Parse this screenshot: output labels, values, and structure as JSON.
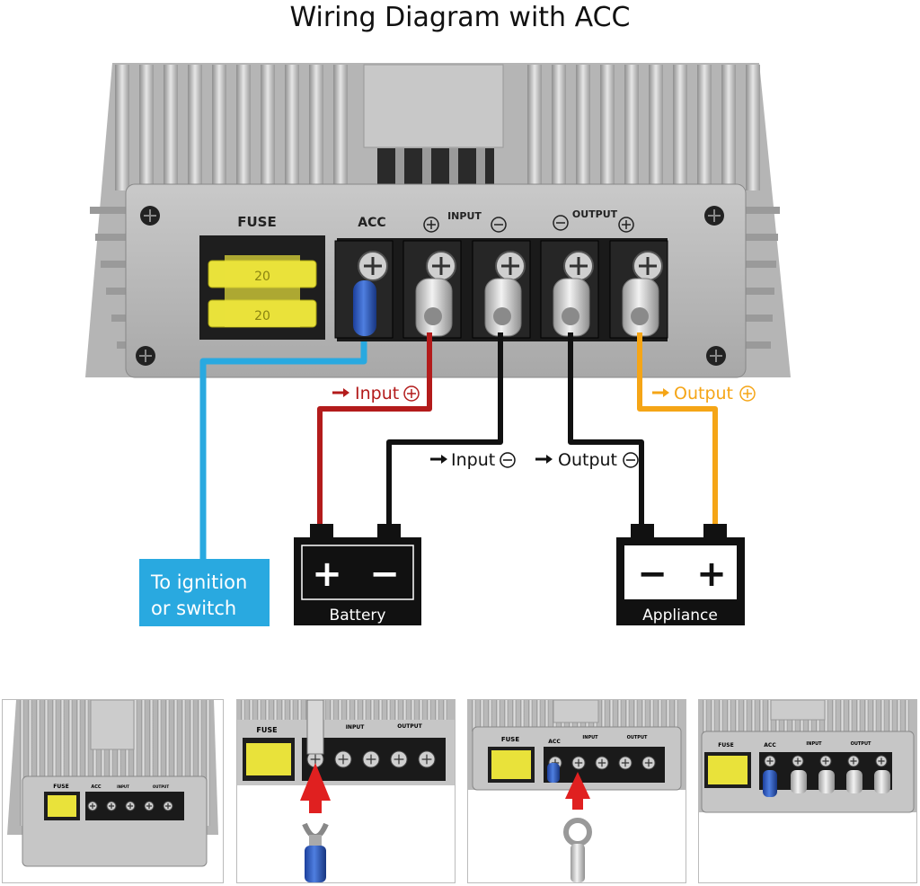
{
  "title": "Wiring Diagram with ACC",
  "device": {
    "fuse_label": "FUSE",
    "acc_label": "ACC",
    "input_label": "INPUT",
    "output_label": "OUTPUT",
    "fuse_rating": "20"
  },
  "wires": {
    "input_pos": "Input",
    "input_neg": "Input",
    "output_neg": "Output",
    "output_pos": "Output"
  },
  "battery": {
    "label": "Battery",
    "left_symbol": "+",
    "right_symbol": "−"
  },
  "appliance": {
    "label": "Appliance",
    "left_symbol": "−",
    "right_symbol": "+"
  },
  "ignition": {
    "line1": "To ignition",
    "line2": "or switch"
  },
  "colors": {
    "acc_wire": "#29a9e0",
    "input_pos_wire": "#b31b1b",
    "neg_wire": "#111111",
    "output_pos_wire": "#f5a516",
    "ignition_box": "#29a9e0",
    "fuse": "#e9e23a",
    "terminal_block": "#1a1a1a"
  },
  "thumbnails": [
    {
      "fuse": "FUSE",
      "acc": "ACC",
      "input": "INPUT",
      "output": "OUTPUT"
    },
    {
      "fuse": "FUSE",
      "input": "INPUT",
      "output": "OUTPUT",
      "connector": "spade-terminal-blue"
    },
    {
      "fuse": "FUSE",
      "acc": "ACC",
      "input": "INPUT",
      "output": "OUTPUT",
      "connector": "ring-terminal-silver"
    },
    {
      "fuse": "FUSE",
      "acc": "ACC",
      "input": "INPUT",
      "output": "OUTPUT"
    }
  ]
}
